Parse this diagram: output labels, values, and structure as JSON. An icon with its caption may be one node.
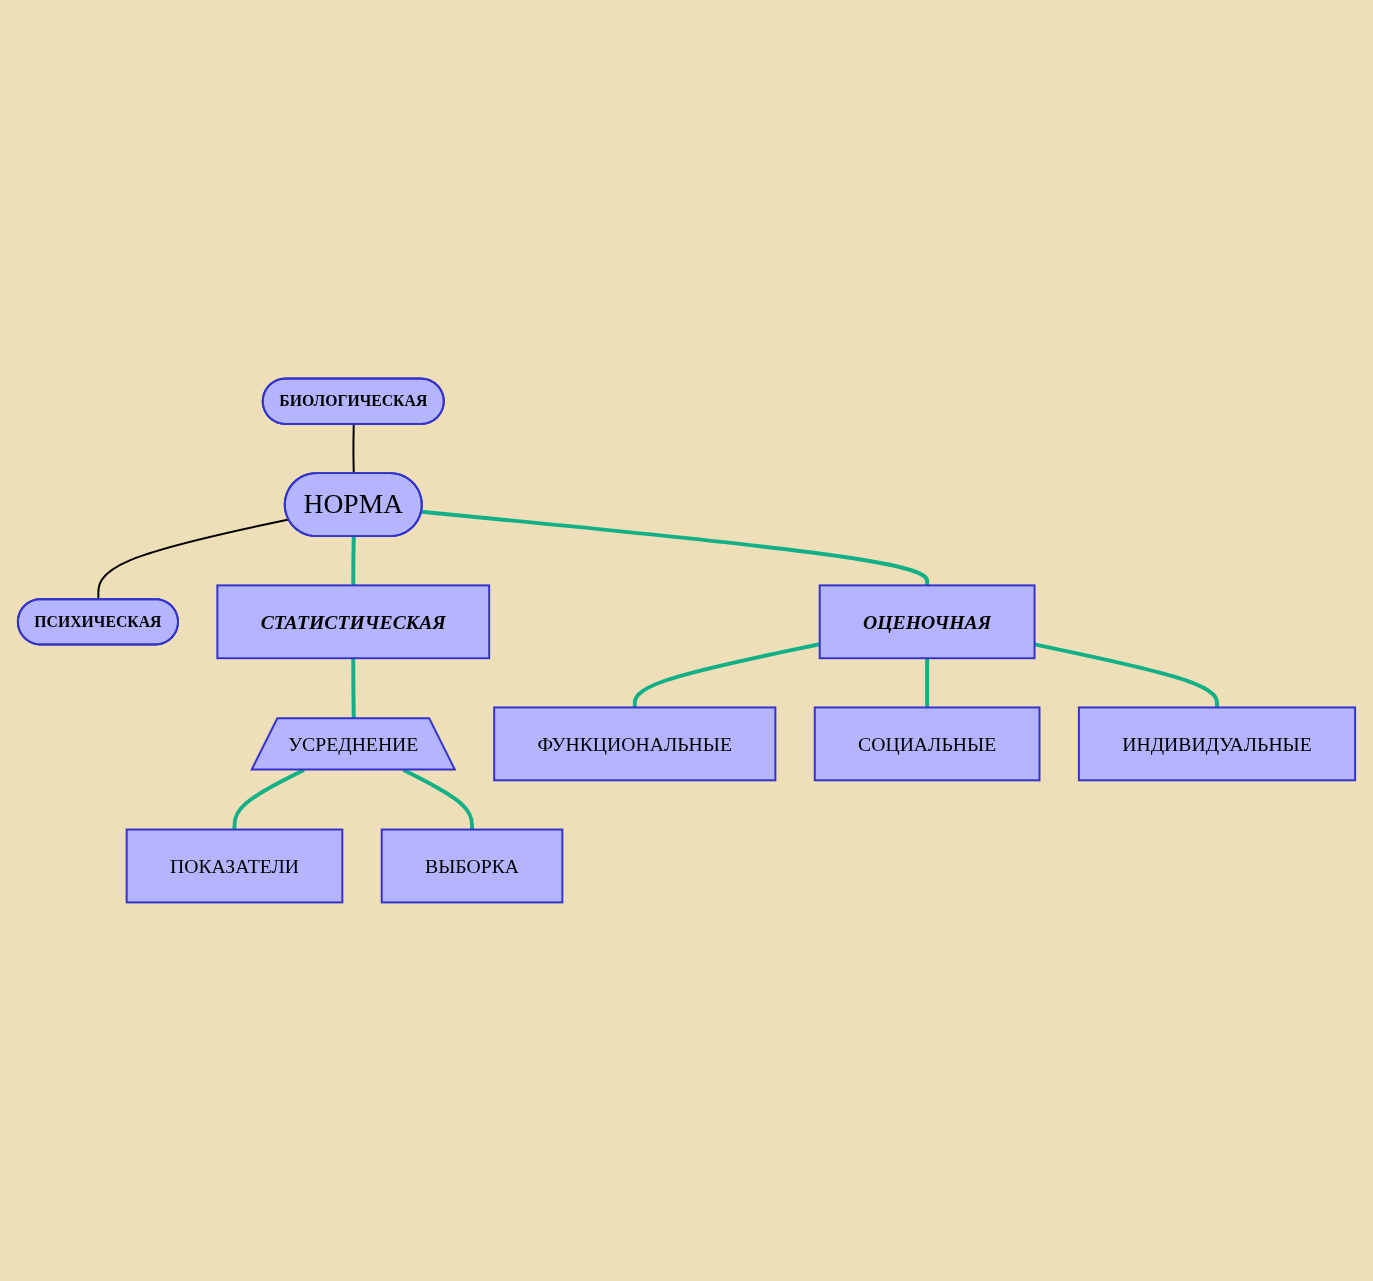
{
  "diagram": {
    "nodes": [
      {
        "text": [
          "БИОЛОГИЧЕСКАЯ"
        ]
      },
      {
        "text": [
          "НОРМА"
        ]
      },
      {
        "text": [
          "ПСИХИЧЕСКАЯ"
        ]
      },
      {
        "text": [
          "СТАТИСТИЧЕСКАЯ"
        ]
      },
      {
        "text": [
          "ОЦЕНОЧНАЯ"
        ]
      },
      {
        "text": [
          "УСРЕДНЕНИЕ"
        ]
      },
      {
        "text": [
          "ФУНКЦИОНАЛЬНЫЕ"
        ]
      },
      {
        "text": [
          "ПОКАЗАТЕЛИ"
        ]
      },
      {
        "text": [
          "СОЦИАЛЬНЫЕ"
        ]
      },
      {
        "text": [
          "ВЫБОРКА"
        ]
      },
      {
        "text": [
          "ИНДИВИДУАЛЬНЫЕ"
        ]
      }
    ],
    "edges": [
      {
        "from": 0,
        "to": 1,
        "arrow": "none",
        "color": "#000000"
      },
      {
        "from": 1,
        "to": 2,
        "arrow": "none",
        "color": "#000000"
      },
      {
        "from": 1,
        "to": 3,
        "arrow": "none"
      },
      {
        "from": 1,
        "to": 4,
        "arrow": "none"
      },
      {
        "from": 3,
        "to": 5,
        "arrow": "none"
      },
      {
        "from": 5,
        "to": 7,
        "arrow": "none"
      },
      {
        "from": 5,
        "to": 9,
        "arrow": "none"
      },
      {
        "from": 4,
        "to": 6,
        "arrow": "none"
      },
      {
        "from": 4,
        "to": 8,
        "arrow": "none"
      },
      {
        "from": 4,
        "to": 10,
        "arrow": "none"
      }
    ]
  }
}
